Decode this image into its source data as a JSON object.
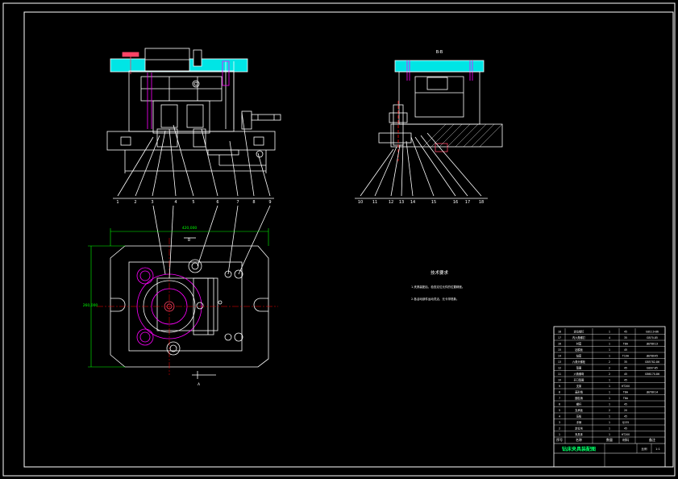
{
  "colors": {
    "background": "#000000",
    "line": "#ffffff",
    "fill_cyan": "#00e5e5",
    "dimension": "#00ff00",
    "part_magenta": "#ff00ff",
    "title_green": "#00ff66",
    "leader_red": "#ff0000"
  },
  "front_view": {
    "balloons": [
      "1",
      "2",
      "3",
      "4",
      "5",
      "6",
      "7",
      "8",
      "9"
    ]
  },
  "side_view": {
    "section_label": "B-B",
    "balloons": [
      "10",
      "11",
      "12",
      "13",
      "14",
      "15",
      "16",
      "17",
      "18"
    ]
  },
  "plan_view": {
    "dim_width": "420,000",
    "dim_height": "260,000",
    "section_marker_b": "B",
    "section_marker_a": "A"
  },
  "notes": {
    "title": "技术要求",
    "lines": [
      "1.夹具装配后，检查定位元件的位置精度。",
      "2.各活动部件运动灵活，无卡滞现象。"
    ]
  },
  "title_block": {
    "title": "钻床夹具装配图",
    "header": [
      "序号",
      "名称",
      "数量",
      "材料",
      "备注"
    ],
    "scale_label": "比例",
    "scale_value": "1:1",
    "rows": [
      [
        "18",
        "定位销钉",
        "1",
        "45",
        "GB119-86"
      ],
      [
        "17",
        "内六角螺钉",
        "4",
        "35",
        "GB70-85"
      ],
      [
        "16",
        "衬套",
        "1",
        "T8A",
        "JB/T8013"
      ],
      [
        "15",
        "钻模板",
        "1",
        "45",
        ""
      ],
      [
        "14",
        "钻套",
        "1",
        "T10A",
        "JB/T8045"
      ],
      [
        "13",
        "六角头螺栓",
        "2",
        "35",
        "GB5782-86"
      ],
      [
        "12",
        "垫圈",
        "2",
        "45",
        "GB97-85"
      ],
      [
        "11",
        "六角螺母",
        "2",
        "45",
        "GB6170-86"
      ],
      [
        "10",
        "开口垫圈",
        "1",
        "45",
        ""
      ],
      [
        "9",
        "支架",
        "1",
        "HT200",
        ""
      ],
      [
        "8",
        "菱形销",
        "1",
        "T8A",
        "JB/T8014"
      ],
      [
        "7",
        "圆柱销",
        "1",
        "T8A",
        ""
      ],
      [
        "6",
        "螺杆",
        "1",
        "45",
        ""
      ],
      [
        "5",
        "支承板",
        "2",
        "20",
        ""
      ],
      [
        "4",
        "压板",
        "1",
        "45",
        ""
      ],
      [
        "3",
        "手柄",
        "1",
        "Q235",
        ""
      ],
      [
        "2",
        "定位块",
        "1",
        "45",
        ""
      ],
      [
        "1",
        "夹具体",
        "1",
        "HT200",
        ""
      ]
    ]
  }
}
